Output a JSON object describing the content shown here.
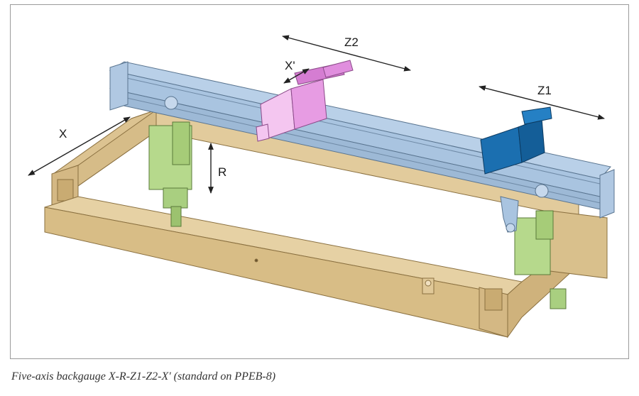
{
  "figure": {
    "axis_labels": {
      "x": "X",
      "r": "R",
      "z1": "Z1",
      "z2": "Z2",
      "x_prime": "X'"
    },
    "colors": {
      "frame": "#d9bf8c",
      "beam": "#a9c4e0",
      "carriage_z1": "#1b6fb0",
      "carriage_z2": "#e79ce3",
      "r_actuator": "#b6d98c"
    }
  },
  "caption": "Five-axis backgauge X-R-Z1-Z2-X' (standard on PPEB-8)"
}
